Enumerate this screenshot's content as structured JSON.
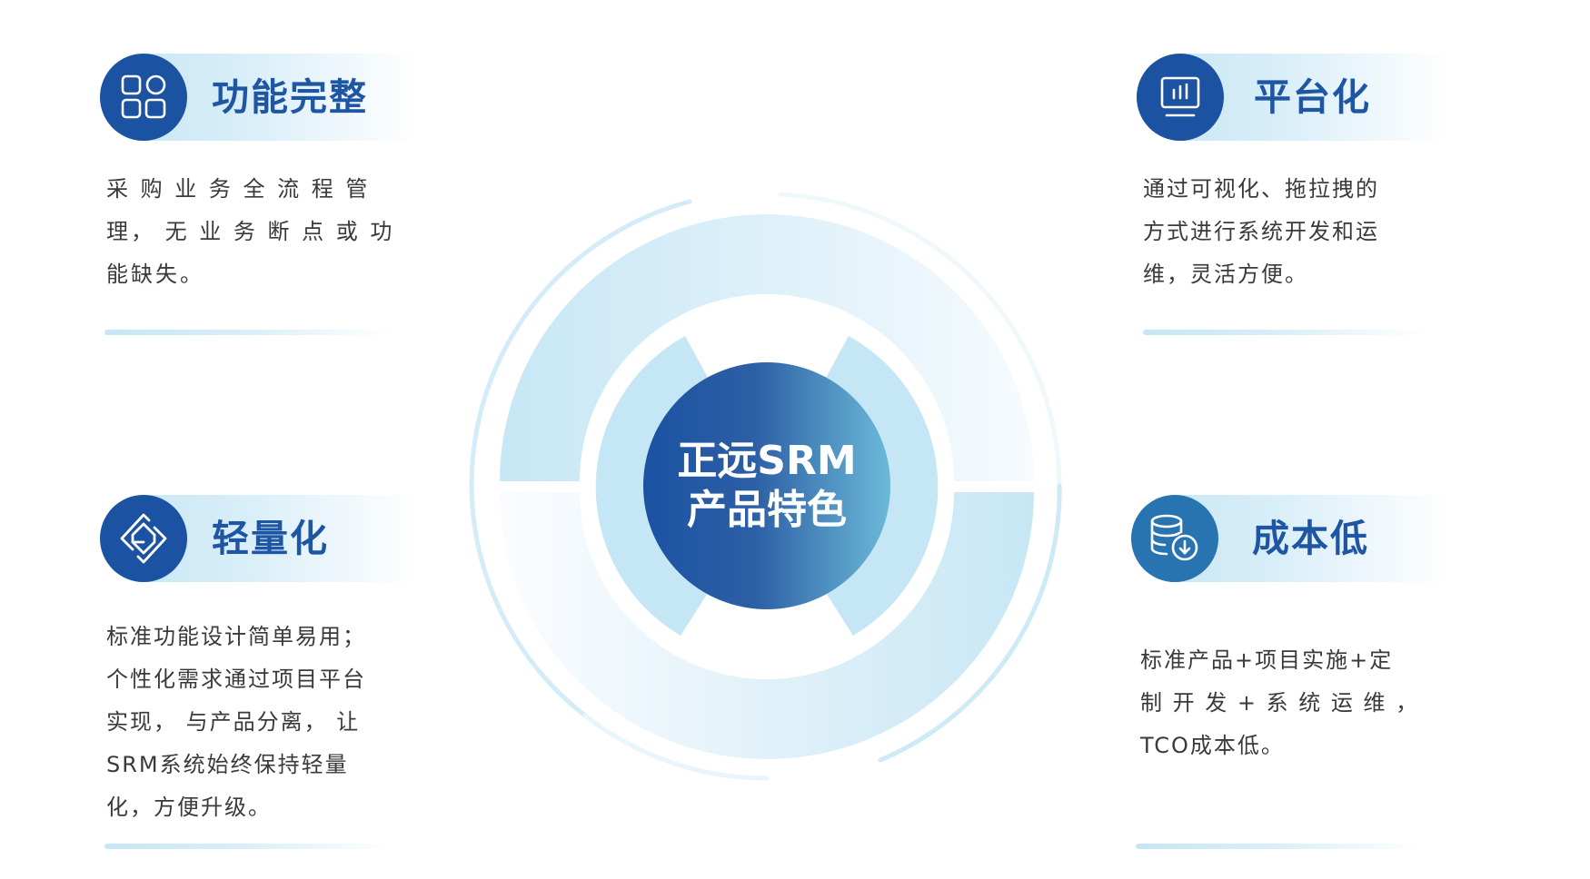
{
  "center": {
    "line1": "正远SRM",
    "line2": "产品特色",
    "colors": {
      "core_start": "#1b52a2",
      "core_end": "#6bbad8",
      "ring": "#c5e6f4"
    }
  },
  "features": [
    {
      "id": "complete",
      "icon": "grid-apps-icon",
      "title": "功能完整",
      "lines": [
        "采 购 业 务 全 流 程 管",
        "理， 无 业 务 断 点 或 功",
        "能缺失。"
      ]
    },
    {
      "id": "platform",
      "icon": "monitor-chart-icon",
      "title": "平台化",
      "lines": [
        "通过可视化、拖拉拽的",
        "方式进行系统开发和运",
        "维，灵活方便。"
      ]
    },
    {
      "id": "lightweight",
      "icon": "s-cube-logo-icon",
      "title": "轻量化",
      "lines": [
        "标准功能设计简单易用；",
        "个性化需求通过项目平台",
        "实现， 与产品分离， 让",
        "SRM系统始终保持轻量",
        "化，方便升级。"
      ]
    },
    {
      "id": "lowcost",
      "icon": "database-download-icon",
      "title": "成本低",
      "lines": [
        "标准产品+项目实施+定",
        "制 开 发 + 系 统 运 维 ，",
        "TCO成本低。"
      ]
    }
  ],
  "colors": {
    "primary": "#1b52a2",
    "secondary": "#2874b0",
    "title": "#1e56a3",
    "text": "#3a3a3a",
    "band": "#c5e6f4"
  }
}
